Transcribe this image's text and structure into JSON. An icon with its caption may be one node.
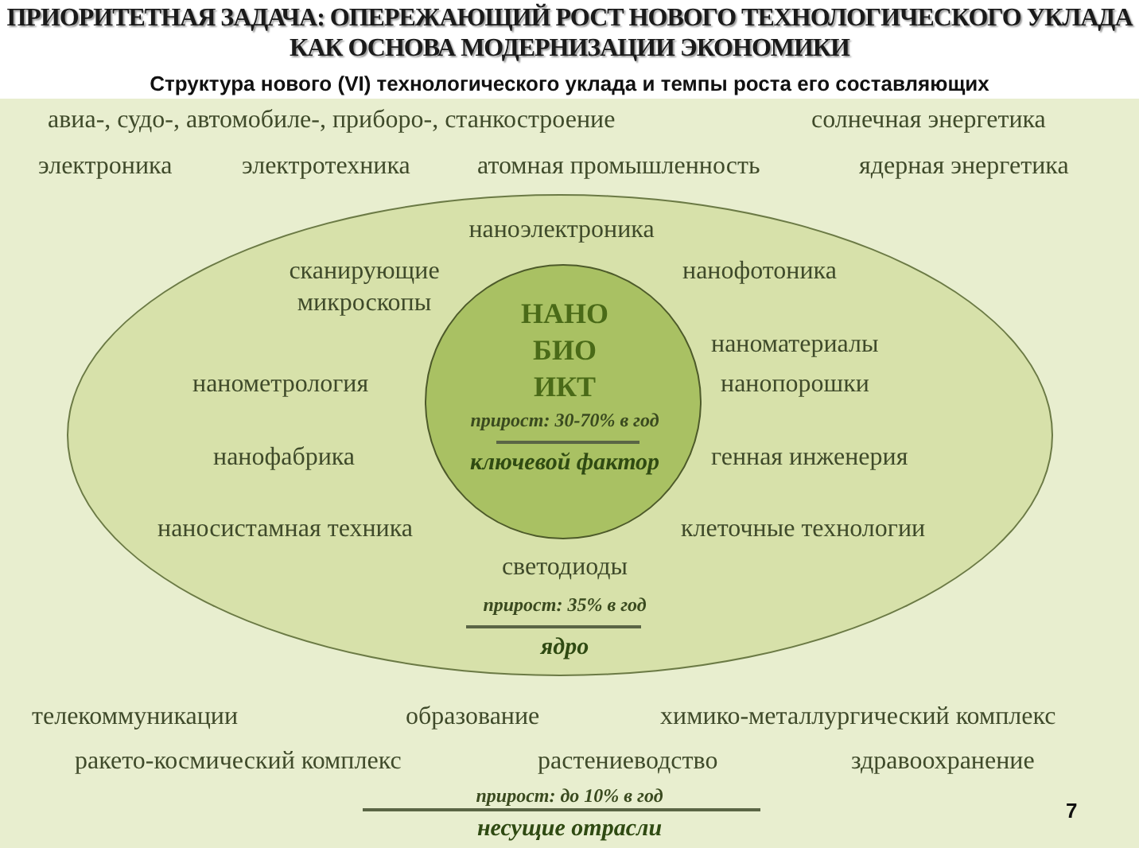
{
  "diagram": {
    "title": "ПРИОРИТЕТНАЯ ЗАДАЧА: ОПЕРЕЖАЮЩИЙ РОСТ НОВОГО ТЕХНОЛОГИЧЕСКОГО УКЛАДА КАК ОСНОВА МОДЕРНИЗАЦИИ ЭКОНОМИКИ",
    "nodes": [
      {
        "text": [
          "авиа-, судо-, автомобиле-, приборо-, станкостроение",
          "солнечная энергетика",
          "электроника",
          "электротехника",
          "атомная промышленность",
          "ядерная энергетика",
          "телекоммуникации",
          "образование",
          "химико-металлургический комплекс",
          "ракето-космический комплекс",
          "растениеводство",
          "здравоохранение",
          "прирост: до 10% в год",
          "несущие отрасли"
        ]
      },
      {
        "text": [
          "наноэлектроника",
          "сканирующие микроскопы",
          "нанофотоника",
          "наноматериалы",
          "нанометрология",
          "нанопорошки",
          "нанофабрика",
          "генная инженерия",
          "наносистамная техника",
          "клеточные технологии",
          "светодиоды",
          "прирост: 35% в год",
          "ядро"
        ],
        "in": 0
      },
      {
        "text": [
          "НАНО",
          "БИО",
          "ИКТ",
          "прирост: 30-70% в год",
          "ключевой фактор"
        ],
        "in": 1
      }
    ],
    "labels": [
      "Структура нового (VI) технологического уклада и темпы роста его составляющих",
      "7"
    ]
  }
}
